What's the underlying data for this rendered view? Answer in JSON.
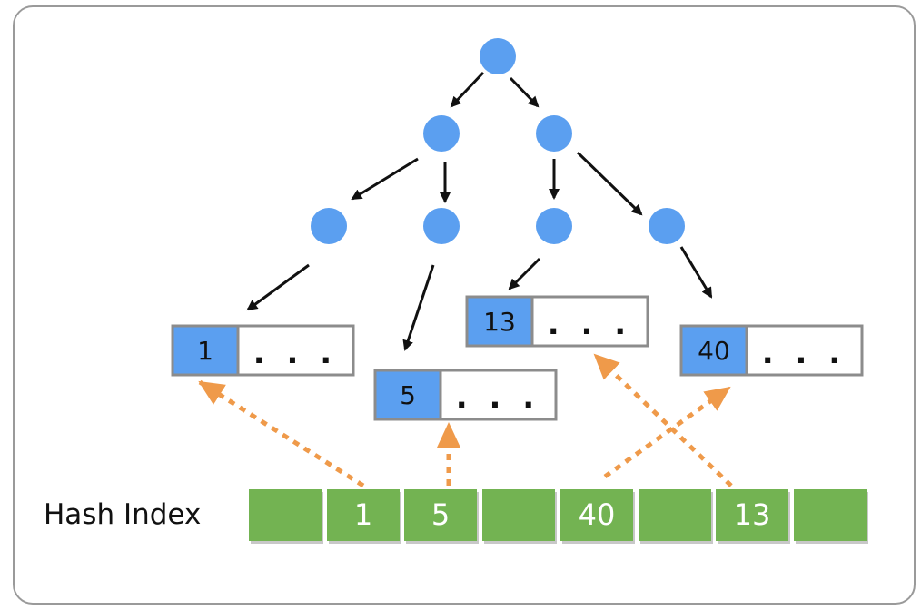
{
  "index_label": "Hash Index",
  "records": [
    {
      "key": "1",
      "value": ". . ."
    },
    {
      "key": "5",
      "value": ". . ."
    },
    {
      "key": "13",
      "value": ". . ."
    },
    {
      "key": "40",
      "value": ". . ."
    }
  ],
  "buckets": [
    "",
    "1",
    "5",
    "",
    "40",
    "",
    "13",
    ""
  ],
  "colors": {
    "tree_node": "#5b9ff0",
    "record_key": "#5b9ff0",
    "bucket": "#73b352",
    "pointer_arrow": "#ef9a4a",
    "tree_edge": "#111111"
  }
}
